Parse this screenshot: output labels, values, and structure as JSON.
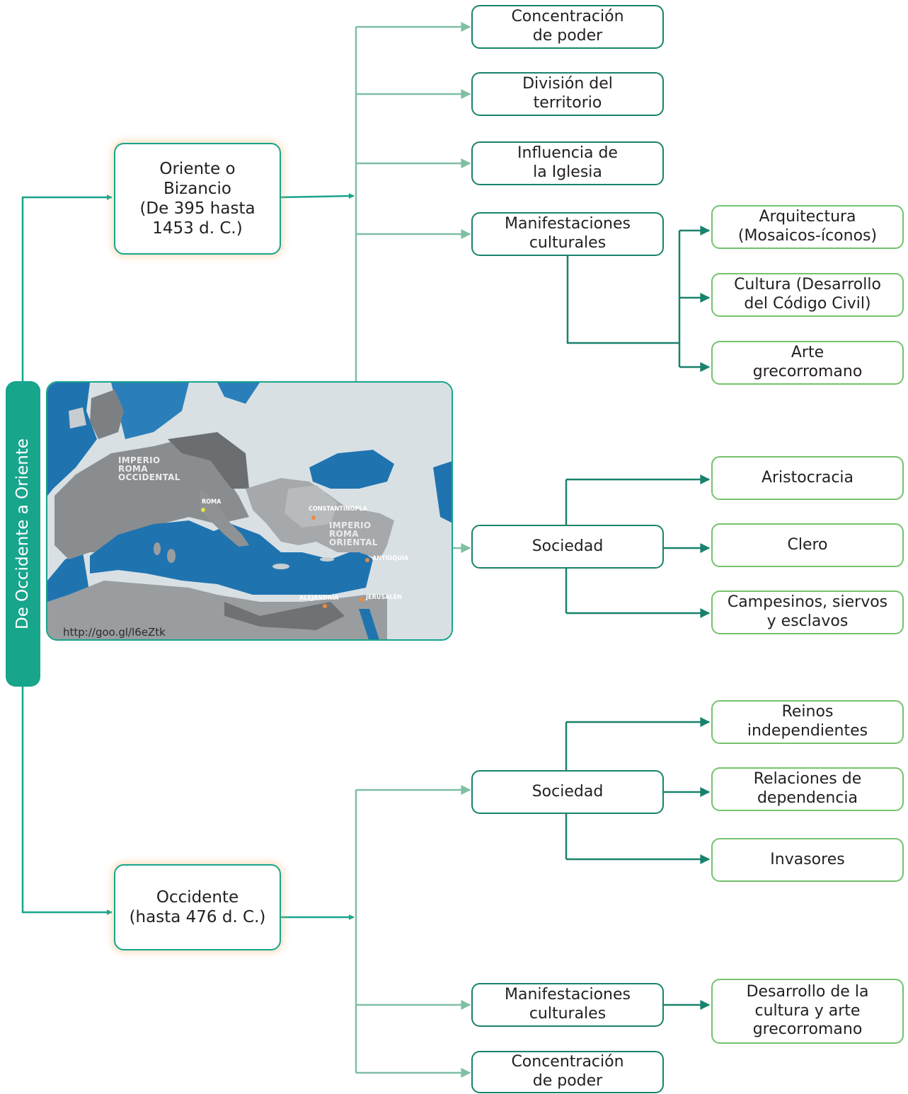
{
  "root_label": "De Occidente a Oriente",
  "oriente": {
    "title": "Oriente o\nBizancio\n(De 395 hasta\n1453 d. C.)",
    "items": [
      "Concentración\nde poder",
      "División del\nterritorio",
      "Influencia de\nla Iglesia",
      "Manifestaciones\nculturales",
      "Sociedad"
    ],
    "manifestaciones": [
      "Arquitectura\n(Mosaicos-íconos)",
      "Cultura (Desarrollo\ndel Código Civil)",
      "Arte\ngrecorromano"
    ],
    "sociedad": [
      "Aristocracia",
      "Clero",
      "Campesinos, siervos\ny esclavos"
    ]
  },
  "occidente": {
    "title": "Occidente\n(hasta 476 d. C.)",
    "items": [
      "Sociedad",
      "Manifestaciones\nculturales",
      "Concentración\nde poder"
    ],
    "sociedad": [
      "Reinos\nindependientes",
      "Relaciones de\ndependencia",
      "Invasores"
    ],
    "manifestaciones": [
      "Desarrollo de la\ncultura y arte\ngrecorromano"
    ]
  },
  "map": {
    "url": "http://goo.gl/l6eZtk",
    "labels": {
      "occidental": "IMPERIO\nROMA\nOCCIDENTAL",
      "oriental": "IMPERIO\nROMA\nORIENTAL"
    },
    "cities": [
      "ROMA",
      "CONSTANTINOPLA",
      "ANTIOQUÍA",
      "ALEJANDRÍA",
      "JERUSALÉN"
    ]
  },
  "colors": {
    "teal": "#17a58c",
    "dark_green": "#18826c",
    "light_green": "#74c26c",
    "light_connector": "#7fbfa4"
  }
}
